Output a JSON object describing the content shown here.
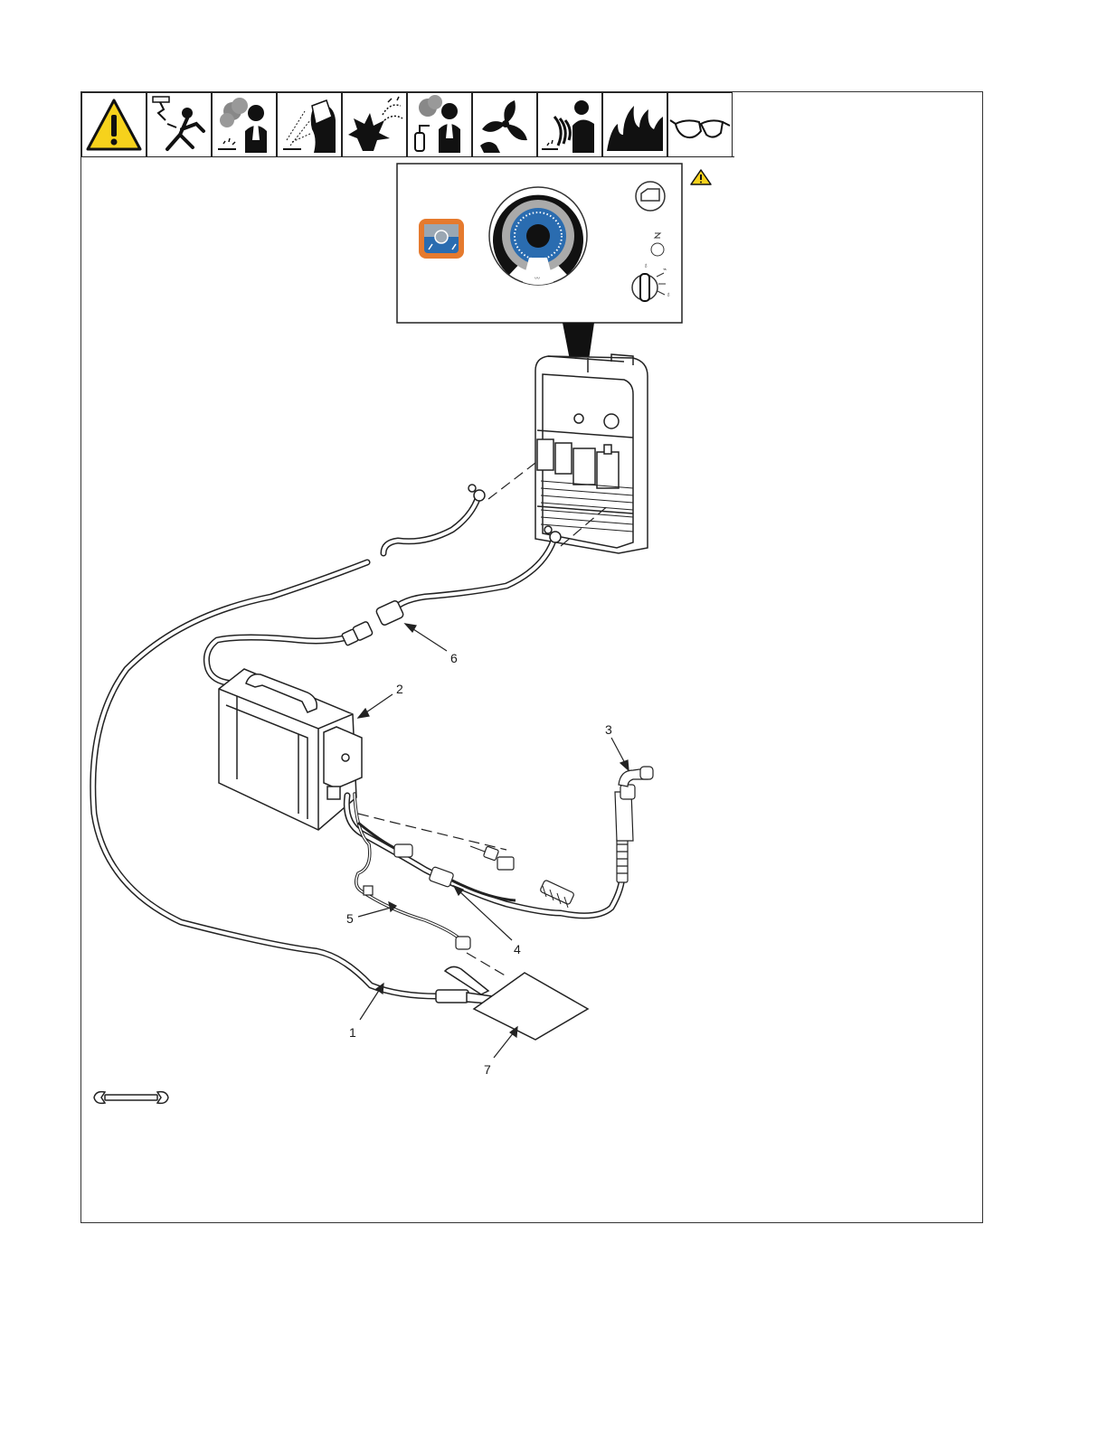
{
  "hazard_icons": [
    "general-warning-icon",
    "electric-shock-icon",
    "fumes-gases-icon",
    "arc-rays-flying-sparks-icon",
    "explosion-sparks-icon",
    "fumes-cylinder-icon",
    "moving-parts-fan-icon",
    "hot-parts-arc-icon",
    "fire-flames-icon",
    "safety-glasses-icon"
  ],
  "colors": {
    "warning_yellow": "#f6d21c",
    "selector_orange": "#e57a2e",
    "dial_blue": "#2a6cb0",
    "dial_gray": "#aaaaaa"
  },
  "callouts": {
    "c1": "1",
    "c2": "2",
    "c3": "3",
    "c4": "4",
    "c5": "5",
    "c6": "6",
    "c7": "7"
  },
  "footer_icon": "wrench-icon"
}
